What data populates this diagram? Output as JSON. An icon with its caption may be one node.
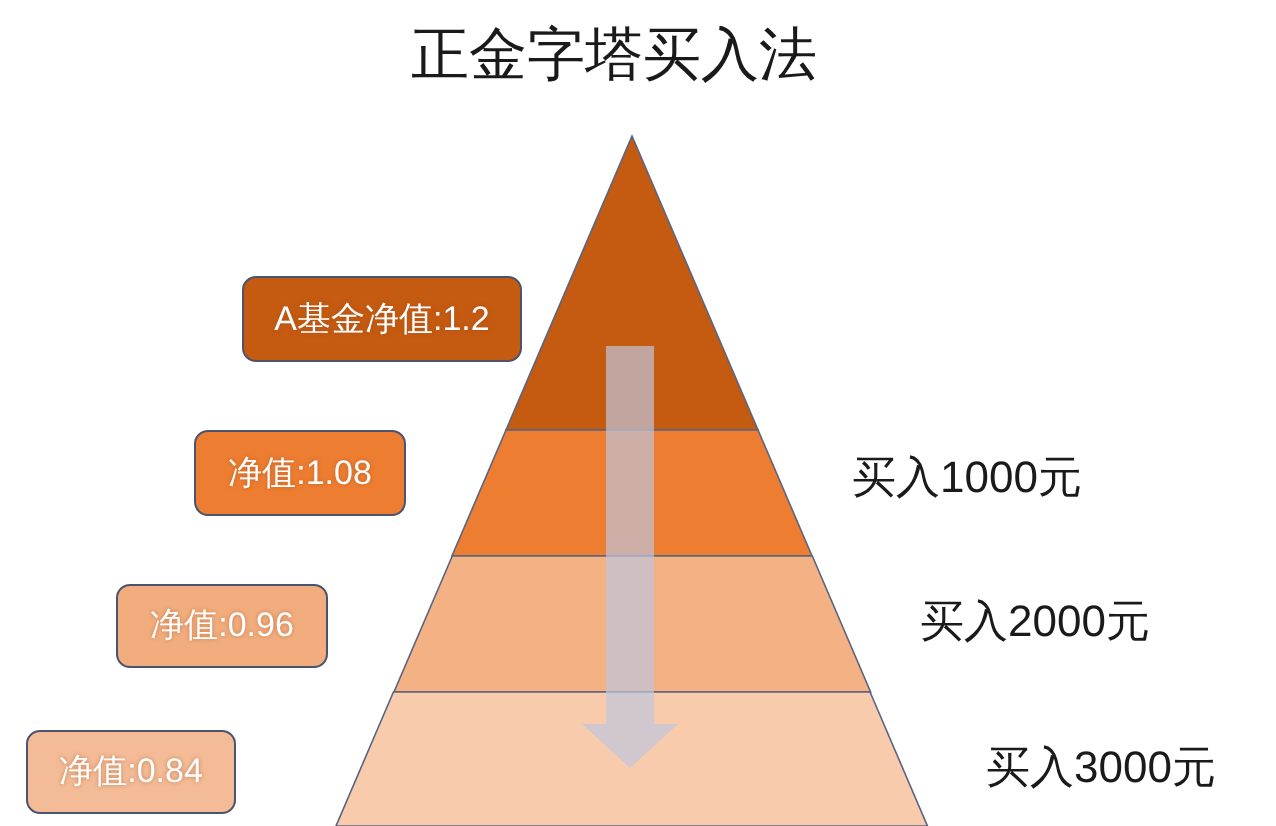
{
  "diagram": {
    "title": "正金字塔买入法",
    "nodes": [
      {
        "text": [
          "A基金净值:1.2"
        ]
      },
      {
        "text": [],
        "shape": "triangle"
      },
      {
        "text": [
          "净值:1.08"
        ]
      },
      {
        "text": [],
        "shape": "trapezoid",
        "beside": [
          "买入1000元"
        ]
      },
      {
        "text": [
          "净值:0.96"
        ]
      },
      {
        "text": [],
        "shape": "trapezoid",
        "beside": [
          "买入2000元"
        ]
      },
      {
        "text": [
          "净值:0.84"
        ]
      },
      {
        "text": [],
        "shape": "trapezoid",
        "beside": [
          "买入3000元"
        ]
      }
    ]
  }
}
